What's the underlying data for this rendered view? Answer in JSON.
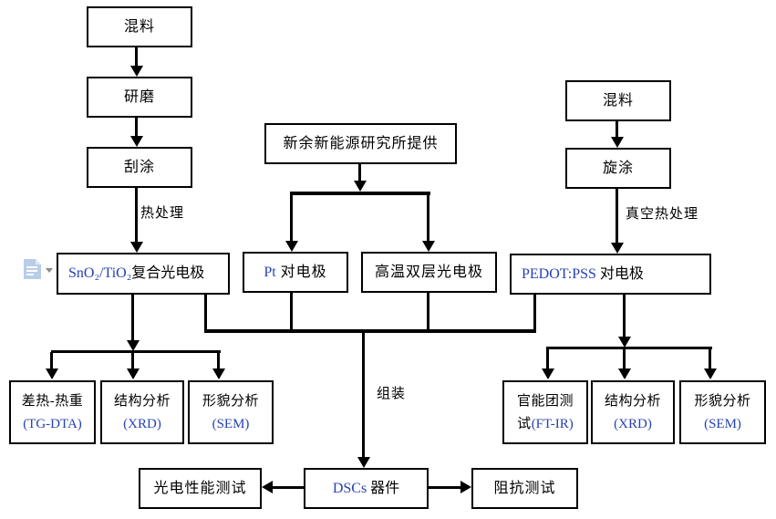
{
  "colors": {
    "background": "#ffffff",
    "line": "#000000",
    "text": "#000000",
    "latin": "#2642b4",
    "icon_blue": "#b9cde9"
  },
  "margin_widget": {
    "icon": "document-annotation-icon",
    "dropdown_icon": "chevron-down-icon"
  },
  "nodes": {
    "mix_left": {
      "label": "混料"
    },
    "grind": {
      "label": "研磨"
    },
    "blade_coat": {
      "label": "刮涂"
    },
    "composite_electrode": {
      "latin": "SnO₂/TiO₂",
      "label": "复合光电极"
    },
    "institute": {
      "label": "新余新能源研究所提供"
    },
    "pt_electrode": {
      "latin": "Pt",
      "label": " 对电极"
    },
    "high_temp_electrode": {
      "label": "高温双层光电极"
    },
    "mix_right": {
      "label": "混料"
    },
    "spin_coat": {
      "label": "旋涂"
    },
    "pedot_electrode": {
      "latin": "PEDOT:PSS",
      "label": " 对电极"
    },
    "tg_dta": {
      "line1": "差热-热重",
      "line2": "(TG-DTA)"
    },
    "xrd_left": {
      "line1": "结构分析",
      "line2": "(XRD)"
    },
    "sem_left": {
      "line1": "形貌分析",
      "line2": "(SEM)"
    },
    "ftir": {
      "line1": "官能团测",
      "line2_cn": "试",
      "line2_latin": "(FT-IR)"
    },
    "xrd_right": {
      "line1": "结构分析",
      "line2": "(XRD)"
    },
    "sem_right": {
      "line1": "形貌分析",
      "line2": "(SEM)"
    },
    "photoelectric_test": {
      "label": "光电性能测试"
    },
    "dscs_device": {
      "latin": "DSCs",
      "label": " 器件"
    },
    "impedance_test": {
      "label": "阻抗测试"
    }
  },
  "edge_labels": {
    "heat_treatment": "热处理",
    "vacuum_heat_treatment": "真空热处理",
    "assembly": "组装"
  }
}
